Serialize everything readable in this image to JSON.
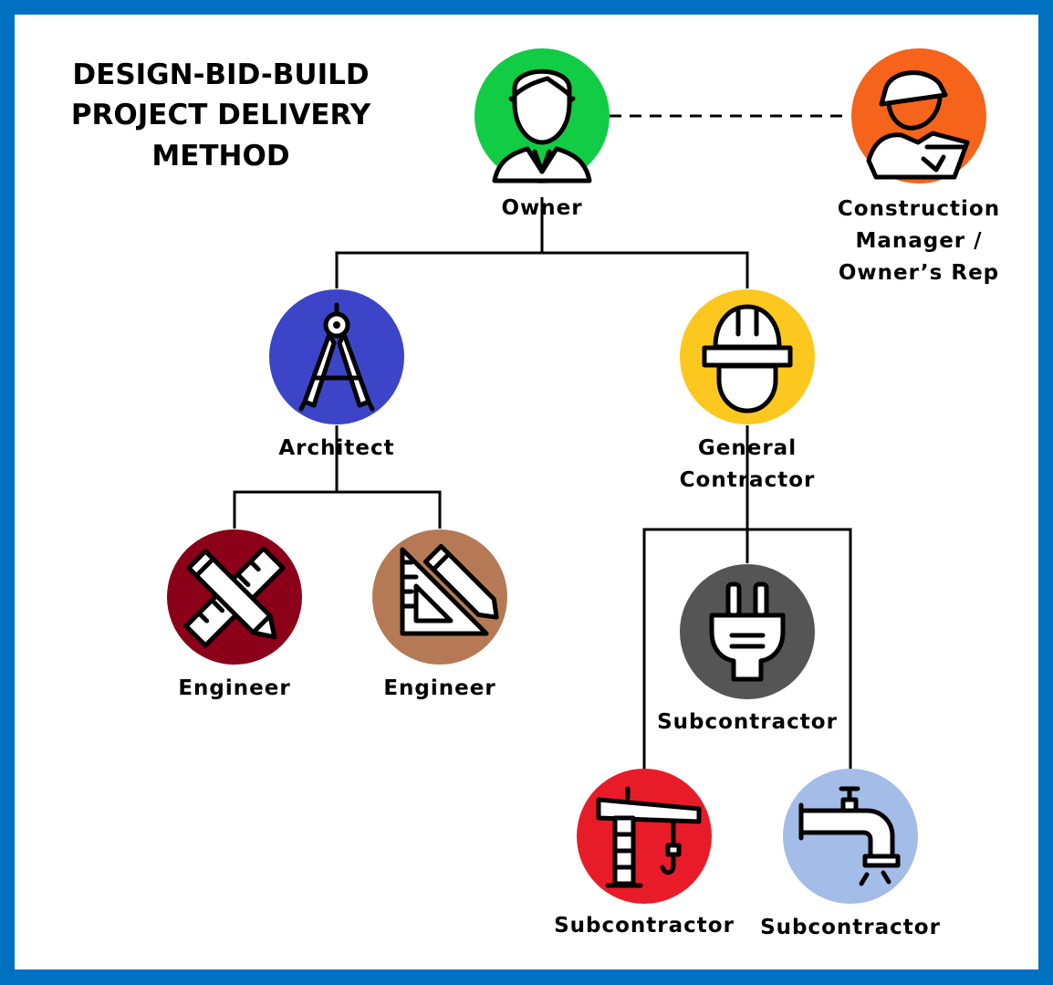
{
  "title": {
    "line1": "DESIGN-BID-BUILD",
    "line2": "PROJECT DELIVERY",
    "line3": "METHOD"
  },
  "nodes": {
    "owner": {
      "label": "Owner",
      "color": "#11cc44",
      "icon": "businessman-icon"
    },
    "construction_manager": {
      "line1": "Construction",
      "line2": "Manager /",
      "line3": "Owner’s Rep",
      "color": "#f5641a",
      "icon": "inspector-icon"
    },
    "architect": {
      "label": "Architect",
      "color": "#3c45c8",
      "icon": "drafting-compass-icon"
    },
    "general_contractor": {
      "line1": "General",
      "line2": "Contractor",
      "color": "#fcc820",
      "icon": "hard-hat-icon"
    },
    "engineer_1": {
      "label": "Engineer",
      "color": "#8b0018",
      "icon": "ruler-pencil-icon"
    },
    "engineer_2": {
      "label": "Engineer",
      "color": "#b57a55",
      "icon": "set-square-icon"
    },
    "subcontractor_electrical": {
      "label": "Subcontractor",
      "color": "#555555",
      "icon": "plug-icon"
    },
    "subcontractor_crane": {
      "label": "Subcontractor",
      "color": "#e81c28",
      "icon": "crane-icon"
    },
    "subcontractor_plumbing": {
      "label": "Subcontractor",
      "color": "#a3bde8",
      "icon": "faucet-icon"
    }
  },
  "colors": {
    "border": "#0070c0",
    "background": "#ffffff",
    "lines": "#000000"
  }
}
